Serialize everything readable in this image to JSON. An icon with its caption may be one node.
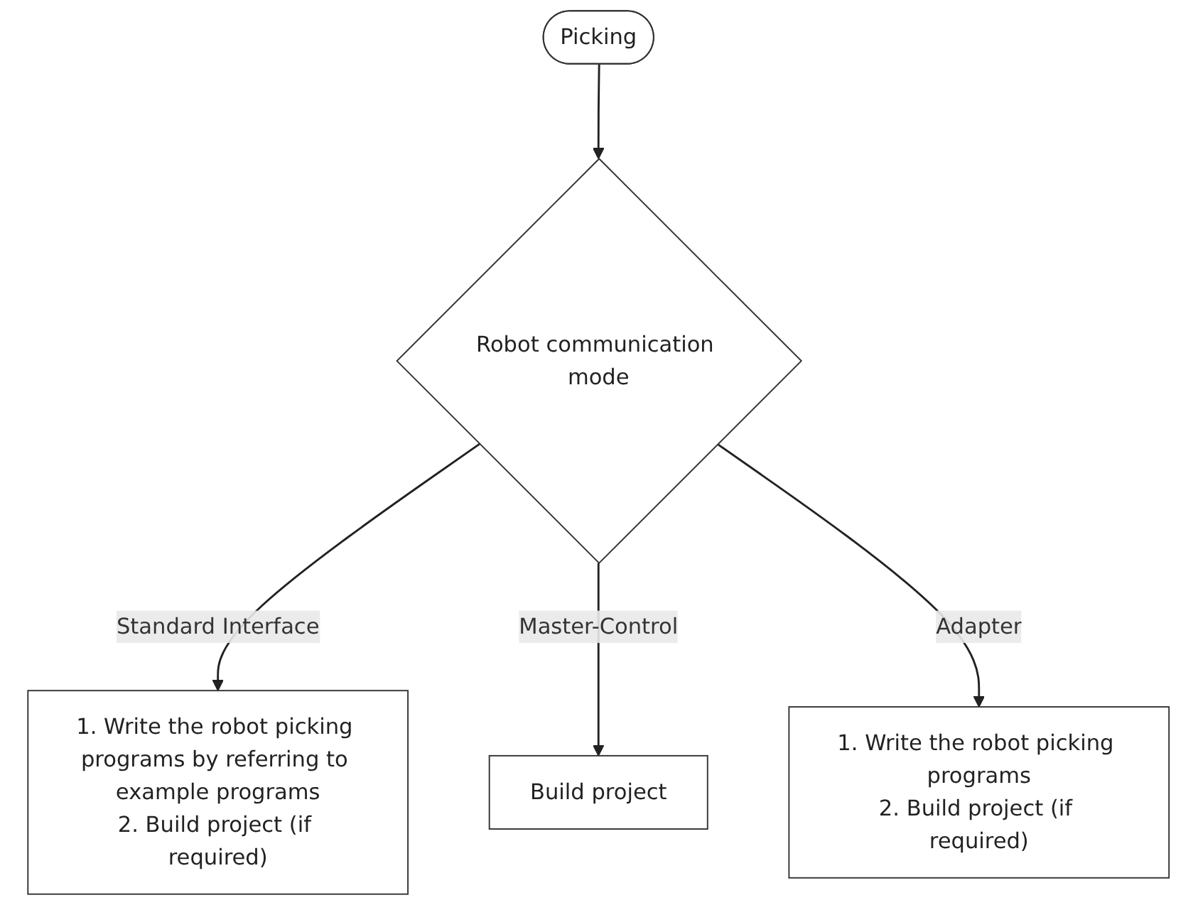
{
  "diagram": {
    "nodes": [
      {
        "text": [
          "Picking"
        ]
      },
      {
        "text": [
          "Robot communication mode"
        ]
      },
      {
        "text": [
          "1. Write the robot picking programs by referring to example programs",
          "2. Build project (if required)"
        ]
      },
      {
        "text": [
          "Build project"
        ]
      },
      {
        "text": [
          "1. Write the robot picking programs",
          "2. Build project (if required)"
        ]
      }
    ],
    "edges": [
      {
        "from": 0,
        "to": 1,
        "arrow": "to"
      },
      {
        "from": 1,
        "to": 2,
        "arrow": "to",
        "label": "Standard Interface"
      },
      {
        "from": 1,
        "to": 3,
        "arrow": "to",
        "label": "Master-Control"
      },
      {
        "from": 1,
        "to": 4,
        "arrow": "to",
        "label": "Adapter"
      }
    ]
  }
}
